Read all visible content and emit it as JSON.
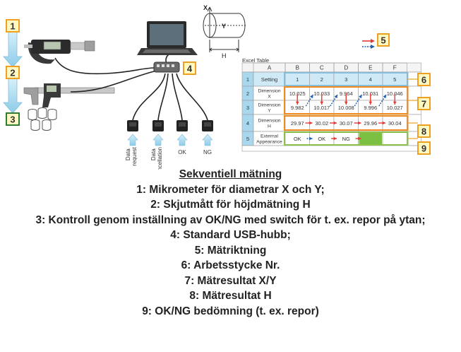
{
  "badges": {
    "b1": "1",
    "b2": "2",
    "b3": "3",
    "b4": "4",
    "b5": "5",
    "b6": "6",
    "b7": "7",
    "b8": "8",
    "b9": "9"
  },
  "part_drawing": {
    "x_label": "X",
    "y_label": "Y",
    "h_label": "H"
  },
  "switch_labels": [
    "Data request",
    "Data cancellation",
    "OK",
    "NG"
  ],
  "excel": {
    "title": "Excel Table",
    "columns": [
      "A",
      "B",
      "C",
      "D",
      "E",
      "F"
    ],
    "rows": [
      {
        "num": "1",
        "label": [
          "Setting"
        ],
        "cells": [
          "1",
          "2",
          "3",
          "4",
          "5"
        ]
      },
      {
        "num": "2",
        "label": [
          "Dimension",
          "X"
        ],
        "cells": [
          "10.025",
          "10.033",
          "9.964",
          "10.031",
          "10.046"
        ]
      },
      {
        "num": "3",
        "label": [
          "Dimension",
          "Y"
        ],
        "cells": [
          "9.982",
          "10.017",
          "10.008",
          "9.996",
          "10.027"
        ]
      },
      {
        "num": "4",
        "label": [
          "Dimension",
          "H"
        ],
        "cells": [
          "29.97",
          "30.02",
          "30.07",
          "29.96",
          "30.04"
        ]
      },
      {
        "num": "5",
        "label": [
          "External",
          "Appearance"
        ],
        "cells": [
          "OK",
          "OK",
          "NG",
          "",
          ""
        ]
      }
    ]
  },
  "caption": {
    "title": "Sekventiell mätning",
    "lines": [
      "1: Mikrometer för diametrar X och Y;",
      "2: Skjutmått för höjdmätning H",
      "3: Kontroll genom inställning av OK/NG med switch för t. ex. repor på ytan;",
      "4: Standard USB-hubb;",
      "5: Mätriktning",
      "6: Arbetsstycke Nr.",
      "7: Mätresultat X/Y",
      "8: Mätresultat H",
      "9: OK/NG bedömning (t. ex. repor)"
    ]
  },
  "colors": {
    "badge_border": "#f0a020",
    "badge_fill": "#fff8c0",
    "flow_arrow": "#a9d8ee",
    "header_fill": "#cfe9f7",
    "row_num_fill": "#a9d8ee",
    "orange_box": "#f08a1c",
    "green_box": "#8bc34a",
    "green_fill": "#7cc043",
    "red_arrow": "#e53935",
    "blue_arrow": "#1e5fb4"
  }
}
